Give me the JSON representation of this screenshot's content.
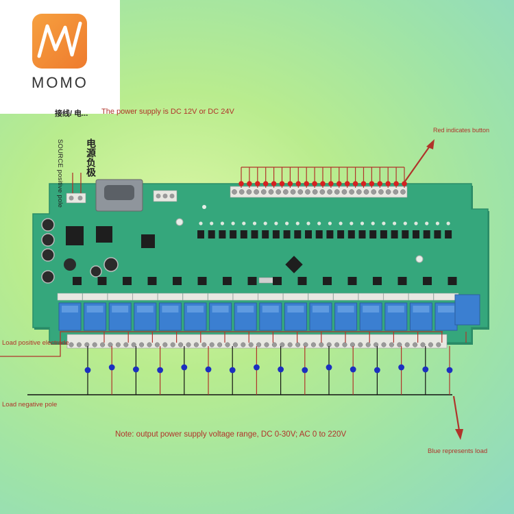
{
  "logo": {
    "text": "MOMO",
    "accent_color": "#ee7b2e"
  },
  "labels": {
    "power_prefix": "接线/ 电...",
    "power_supply": "The power supply is DC 12V or DC 24V",
    "red_indicates": "Red indicates button",
    "source_positive": "SOURCE positive pole",
    "cn_source_negative": "电源负极",
    "load_positive": "Load positive electrode",
    "load_negative": "Load negative pole",
    "note": "Note: output power supply voltage range, DC 0-30V; AC 0 to 220V",
    "blue_represents": "Blue represents load"
  },
  "colors": {
    "board": "#35a77c",
    "relay": "#3b7fd1",
    "wire": "#b0332a",
    "button_dot": "#d62020",
    "load_dot": "#1b2fc0",
    "text": "#b0332a"
  },
  "board": {
    "relay_count": 16,
    "button_input_count": 24
  }
}
